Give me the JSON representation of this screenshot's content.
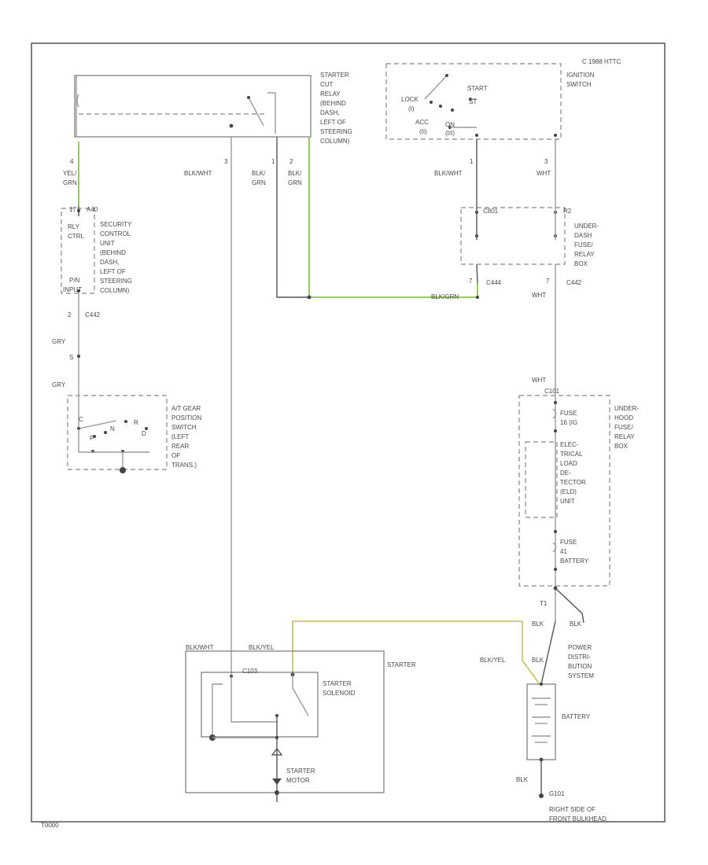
{
  "copyright": "C 1988 HTTC",
  "footer_code": "T0000",
  "components": {
    "starter_relay": [
      "STARTER",
      "CUT",
      "RELAY",
      "(BEHIND",
      "DASH,",
      "LEFT OF",
      "STEERING",
      "COLUMN)"
    ],
    "ignition_switch": [
      "IGNITION",
      "SWITCH"
    ],
    "ign_positions": {
      "start": "START",
      "lock": "LOCK",
      "i": "(I)",
      "acc": "ACC",
      "ii": "(II)",
      "on": "ON",
      "iii": "(III)",
      "st": "ST"
    },
    "security_unit": [
      "SECURITY",
      "CONTROL",
      "UNIT",
      "(BEHIND",
      "DASH,",
      "LEFT OF",
      "STEERING",
      "COLUMN)"
    ],
    "security_inner": [
      "RLY",
      "CTRL",
      "P/N",
      "INPUT"
    ],
    "under_dash_fuse": [
      "UNDER-",
      "DASH",
      "FUSE/",
      "RELAY",
      "BOX"
    ],
    "at_gear_switch": [
      "A/T GEAR",
      "POSITION",
      "SWITCH",
      "(LEFT",
      "REAR",
      "OF",
      "TRANS.)"
    ],
    "under_hood_fuse": [
      "UNDER-",
      "HOOD",
      "FUSE/",
      "RELAY",
      "BOX"
    ],
    "under_hood_inner": [
      "FUSE",
      "16 (IG",
      "ELEC-",
      "TRICAL",
      "LOAD",
      "DE-",
      "TECTOR",
      "(ELD)",
      "UNIT",
      "FUSE",
      "41",
      "BATTERY"
    ],
    "starter": [
      "STARTER"
    ],
    "starter_solenoid": [
      "STARTER",
      "SOLENOID"
    ],
    "starter_motor": [
      "STARTER",
      "MOTOR"
    ],
    "power_distribution": [
      "POWER",
      "DISTRI-",
      "BUTION",
      "SYSTEM"
    ],
    "battery": [
      "BATTERY"
    ],
    "ground": [
      "G101",
      "RIGHT SIDE OF",
      "FRONT BULKHEAD"
    ]
  },
  "wire_labels": {
    "yel_grn": [
      "YEL/",
      "GRN"
    ],
    "blk_wht": "BLK/WHT",
    "blk_grn": [
      "BLK/",
      "GRN"
    ],
    "wht": "WHT",
    "gry": "GRY",
    "blk": "BLK",
    "blk_yel": "BLK/YEL",
    "blk_grn2": "BLK/GRN"
  },
  "pin_labels": {
    "relay_4": "4",
    "relay_3": "3",
    "relay_1": "1",
    "relay_2": "2",
    "ign_1": "1",
    "ign_3": "3",
    "sec_17": "17",
    "sec_a40": "A40",
    "sec_2": "2",
    "sec_c442": "C442",
    "fuse_c801": "C801",
    "fuse_r2": "R2",
    "fuse_7a": "7",
    "fuse_c444": "C444",
    "fuse_7b": "7",
    "fuse_c442": "C442",
    "gry_s": "S",
    "gear_c": "C",
    "gear_p": "P",
    "gear_n": "N",
    "gear_r": "R",
    "gear_d": "D",
    "hood_c101": "C101",
    "hood_t1": "T1",
    "starter_c103": "C103"
  }
}
